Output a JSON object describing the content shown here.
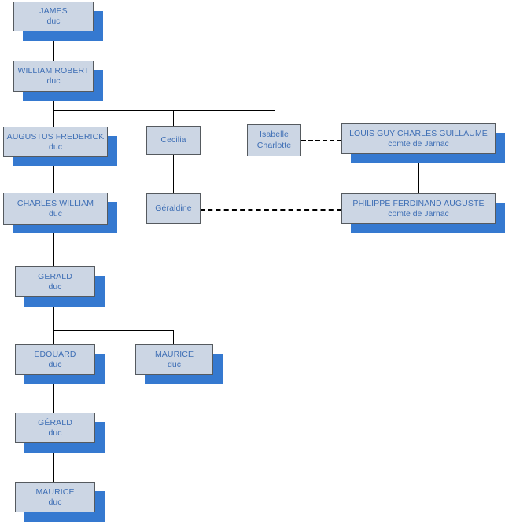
{
  "diagram": {
    "type": "family-tree",
    "palette": {
      "node_fill": "#ccd6e4",
      "node_border": "#555a5f",
      "shadow": "#3579d0",
      "text": "#3f6fb5",
      "line": "#000000",
      "background": "#ffffff"
    },
    "nodes": [
      {
        "id": "james",
        "name": "JAMES",
        "title": "duc"
      },
      {
        "id": "william",
        "name": "WILLIAM ROBERT",
        "title": "duc"
      },
      {
        "id": "augustus",
        "name": "AUGUSTUS FREDERICK",
        "title": "duc"
      },
      {
        "id": "cecilia",
        "name": "Cecilia",
        "title": ""
      },
      {
        "id": "isabelle",
        "name": "Isabelle Charlotte",
        "title": ""
      },
      {
        "id": "louis",
        "name": "LOUIS GUY CHARLES GUILLAUME",
        "title": "comte de Jarnac"
      },
      {
        "id": "charles",
        "name": "CHARLES WILLIAM",
        "title": "duc"
      },
      {
        "id": "geraldine",
        "name": "Géraldine",
        "title": ""
      },
      {
        "id": "philippe",
        "name": "PHILIPPE FERDINAND AUGUSTE",
        "title": "comte de Jarnac"
      },
      {
        "id": "gerald1",
        "name": "GERALD",
        "title": "duc"
      },
      {
        "id": "edouard",
        "name": "EDOUARD",
        "title": "duc"
      },
      {
        "id": "maurice1",
        "name": "MAURICE",
        "title": "duc"
      },
      {
        "id": "gerald2",
        "name": "GÉRALD",
        "title": "duc"
      },
      {
        "id": "maurice2",
        "name": "MAURICE",
        "title": "duc"
      }
    ]
  }
}
